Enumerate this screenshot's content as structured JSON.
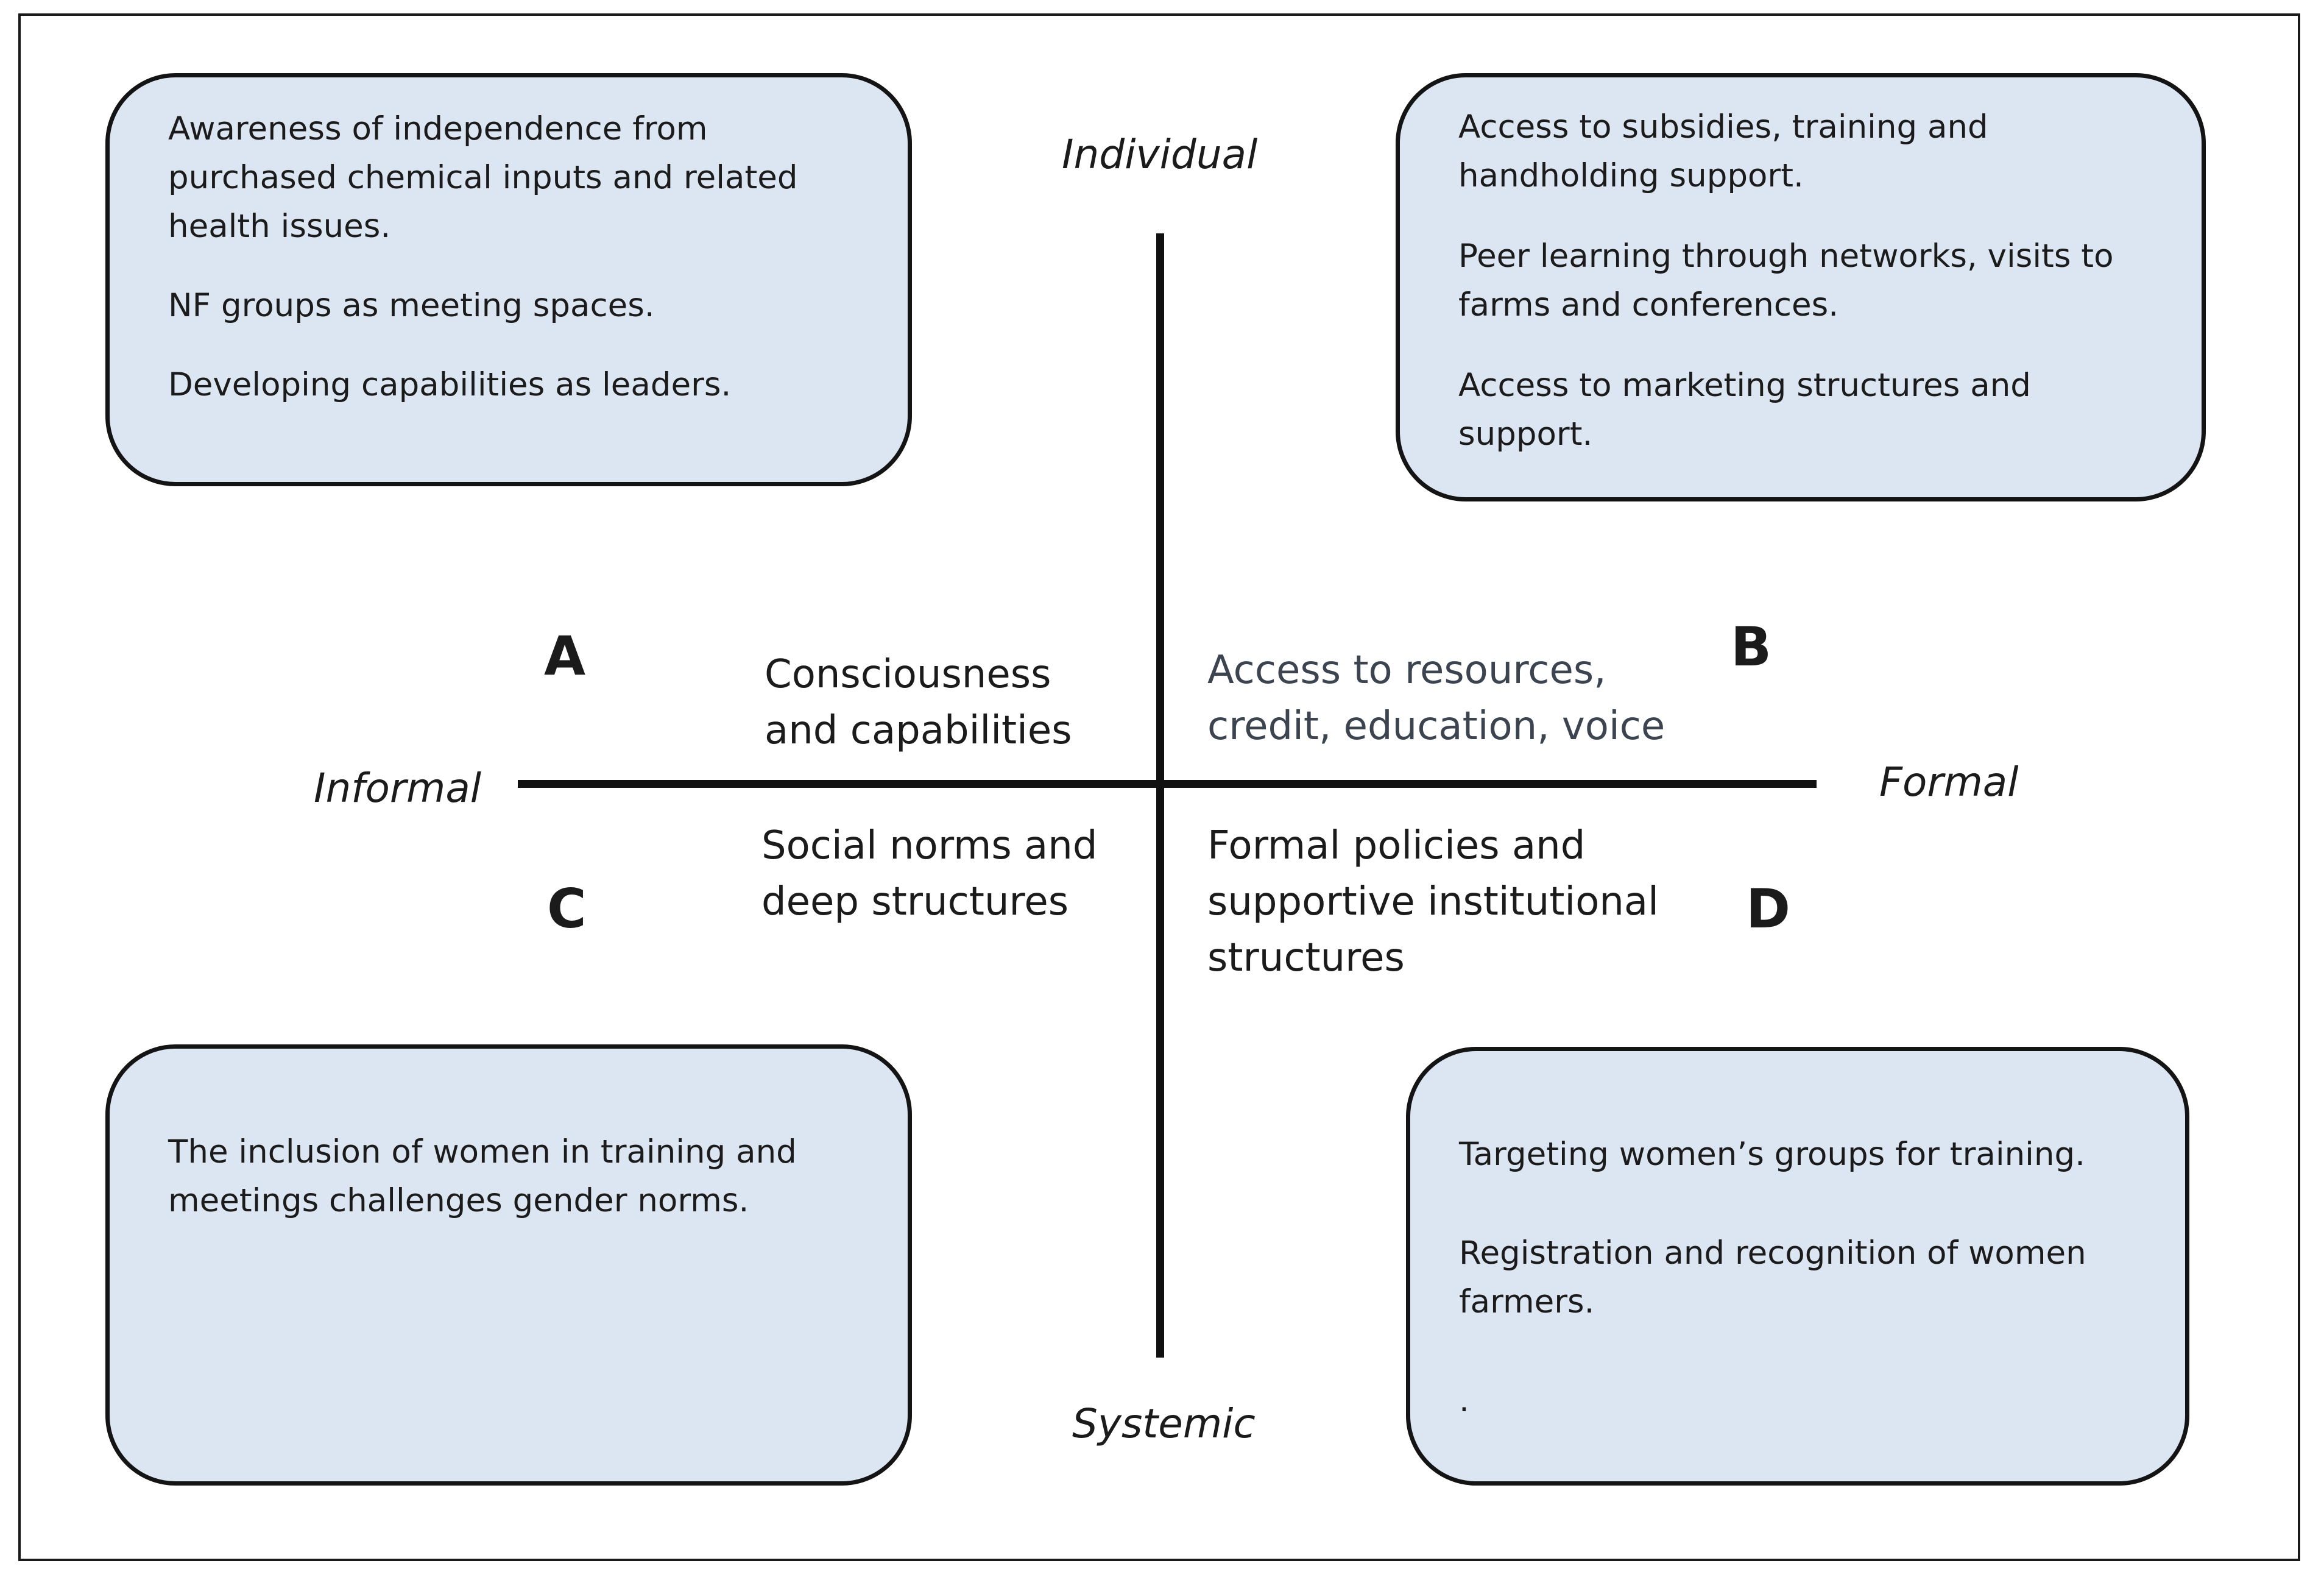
{
  "axes": {
    "top": "Individual",
    "bottom": "Systemic",
    "left": "Informal",
    "right": "Formal"
  },
  "quadrants": {
    "a": {
      "letter": "A",
      "dimension_lines": [
        "Consciousness",
        "and capabilities"
      ],
      "box_paragraphs": [
        "Awareness of independence from purchased chemical inputs and related health issues.",
        "NF groups as meeting spaces.",
        "Developing capabilities as leaders."
      ]
    },
    "b": {
      "letter": "B",
      "dimension_lines": [
        "Access to resources,",
        "credit, education, voice"
      ],
      "box_paragraphs": [
        "Access to subsidies, training and handholding support.",
        "Peer learning through networks, visits to farms and conferences.",
        "Access to marketing structures and support."
      ]
    },
    "c": {
      "letter": "C",
      "dimension_lines": [
        "Social norms and",
        "deep structures"
      ],
      "box_paragraphs": [
        "The inclusion of women in training and meetings challenges gender norms."
      ]
    },
    "d": {
      "letter": "D",
      "dimension_lines": [
        "Formal policies and",
        "supportive institutional",
        "structures"
      ],
      "box_paragraphs": [
        "Targeting women’s groups for training.",
        "Registration and recognition of women farmers.",
        "."
      ]
    }
  },
  "colors": {
    "box_fill": "#dce6f2",
    "box_border": "#141414",
    "axis_line": "#111111"
  }
}
